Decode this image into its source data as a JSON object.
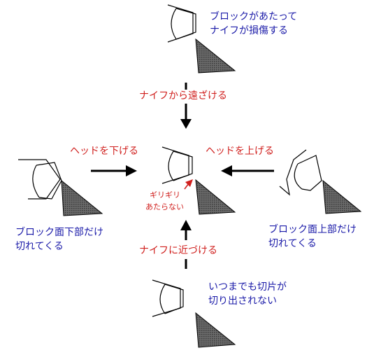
{
  "colors": {
    "caption_text": "#1a1aa8",
    "action_text": "#d0201e",
    "knife_fill": "#555555",
    "arrow": "#000000"
  },
  "captions": {
    "top": [
      "ブロックがあたって",
      "ナイフが損傷する"
    ],
    "bottom": [
      "いつまでも切片が",
      "切り出されない"
    ],
    "left": [
      "ブロック面下部だけ",
      "切れてくる"
    ],
    "right": [
      "ブロック面上部だけ",
      "切れてくる"
    ]
  },
  "actions": {
    "down": "ナイフから遠ざける",
    "up": "ナイフに近づける",
    "from_left": "ヘッドを下げる",
    "from_right": "ヘッドを上げる"
  },
  "center_note": [
    "ギリギリ",
    "あたらない"
  ]
}
